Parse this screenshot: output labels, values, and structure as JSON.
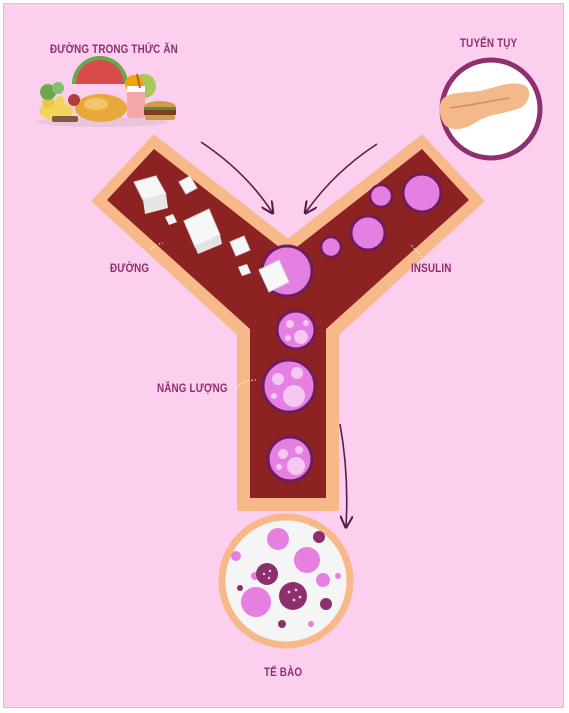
{
  "labels": {
    "food": "ĐƯỜNG TRONG THỨC ĂN",
    "pancreas": "TUYẾN TỤY",
    "sugar": "ĐƯỜNG",
    "insulin": "INSULIN",
    "energy": "NĂNG LƯỢNG",
    "cell": "TẾ BÀO"
  },
  "colors": {
    "background": "#fccfee",
    "vessel_outer": "#f7b98a",
    "vessel_inner": "#8d2222",
    "insulin": "#e57fe1",
    "insulin_border": "#6e1c5c",
    "pancreas_ring": "#8e2f6f",
    "pancreas": "#f4b98b",
    "cell_fill": "#f5f5f5",
    "cell_dots": "#8c2f6c",
    "text": "#8e2f6f"
  },
  "icons": [
    "food-illustration",
    "pancreas-icon",
    "sugar-cube-icon",
    "arrow-icon"
  ]
}
